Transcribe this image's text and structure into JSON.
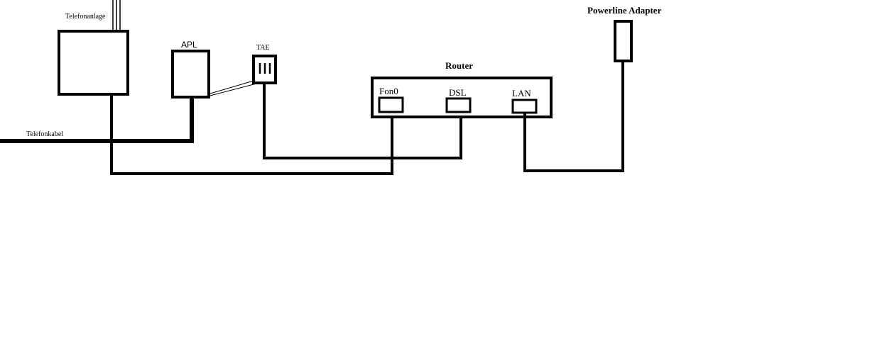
{
  "diagram": {
    "labels": {
      "telefonanlage": "Telefonanlage",
      "apl": "APL",
      "tae": "TAE",
      "router": "Router",
      "fon0": "Fon0",
      "dsl": "DSL",
      "lan": "LAN",
      "powerline_adapter": "Powerline Adapter",
      "telefonkabel": "Telefonkabel"
    },
    "line_color": "#000000",
    "background": "#ffffff"
  }
}
